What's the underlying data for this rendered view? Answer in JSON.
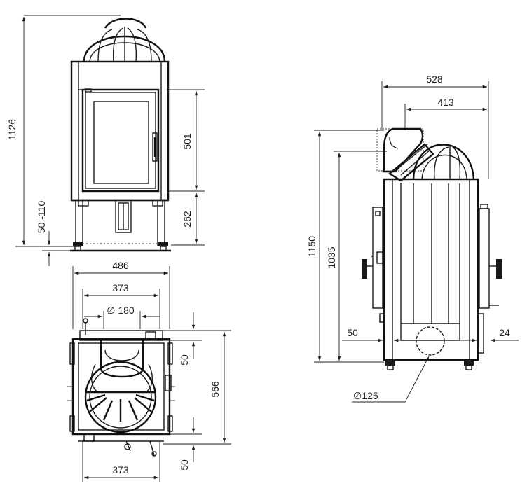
{
  "colors": {
    "line": "#1a1a1a",
    "background": "#ffffff"
  },
  "front_view": {
    "height_total": "1126",
    "door_height": "501",
    "base_height": "262",
    "leg_range": "50 -110"
  },
  "top_view": {
    "width_total": "486",
    "width_inner": "373",
    "flue_diameter": "∅ 180",
    "offset_top": "50",
    "depth": "566",
    "offset_bottom": "50",
    "width_bottom": "373"
  },
  "side_view": {
    "width_total": "528",
    "width_flue": "413",
    "height_total": "1150",
    "height_flue_axis": "1035",
    "left_offset": "50",
    "right_offset": "24",
    "air_inlet_diameter": "∅125"
  }
}
